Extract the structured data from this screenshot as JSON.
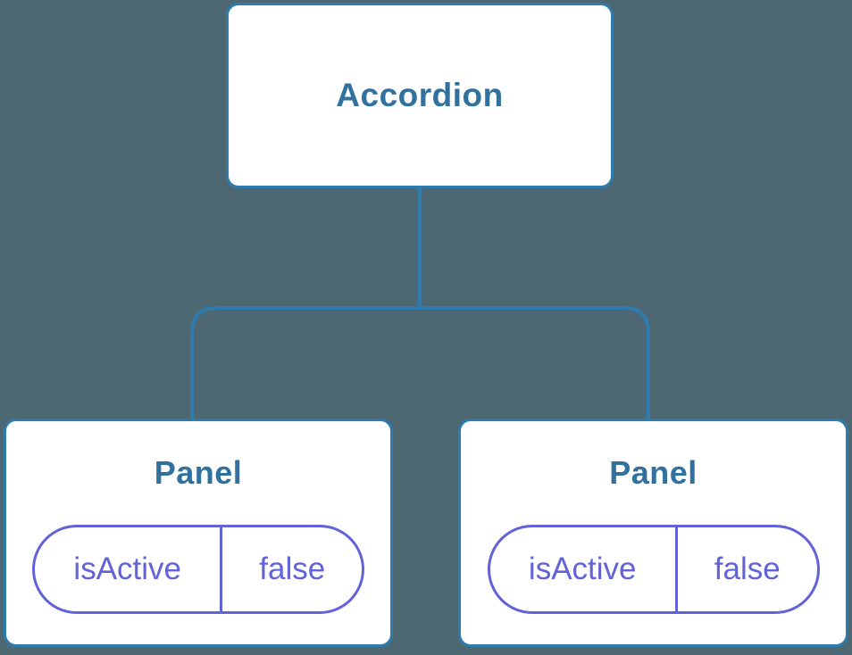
{
  "diagram": {
    "type": "component-tree",
    "root": {
      "label": "Accordion"
    },
    "children": [
      {
        "label": "Panel",
        "state": {
          "key": "isActive",
          "value": "false"
        }
      },
      {
        "label": "Panel",
        "state": {
          "key": "isActive",
          "value": "false"
        }
      }
    ]
  },
  "colors": {
    "background": "#4D6872",
    "node_fill": "#FFFFFF",
    "connector_blue": "#2E7BAE",
    "label_blue": "#30719E",
    "state_purple": "#6262D9"
  }
}
